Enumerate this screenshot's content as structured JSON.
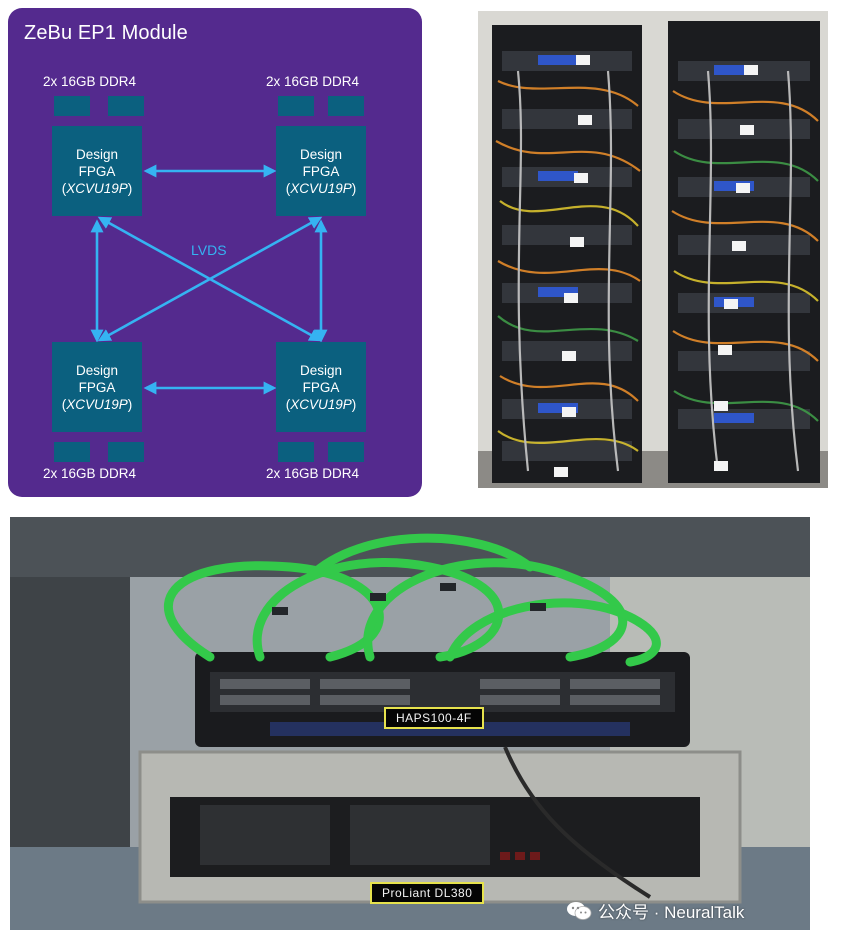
{
  "module": {
    "title": "ZeBu EP1 Module",
    "ddr_label": "2x 16GB DDR4",
    "fpga_line1": "Design",
    "fpga_line2": "FPGA",
    "fpga_part": "XCVU19P",
    "link_label": "LVDS",
    "colors": {
      "panel": "#542a8e",
      "fpga": "#0b607f",
      "link": "#35b3f2",
      "text": "#ffffff"
    }
  },
  "photos": {
    "haps_label": "HAPS100-4F",
    "server_label": "ProLiant DL380"
  },
  "watermark": {
    "text": "公众号 · NeuralTalk",
    "icon": "wechat-icon"
  }
}
